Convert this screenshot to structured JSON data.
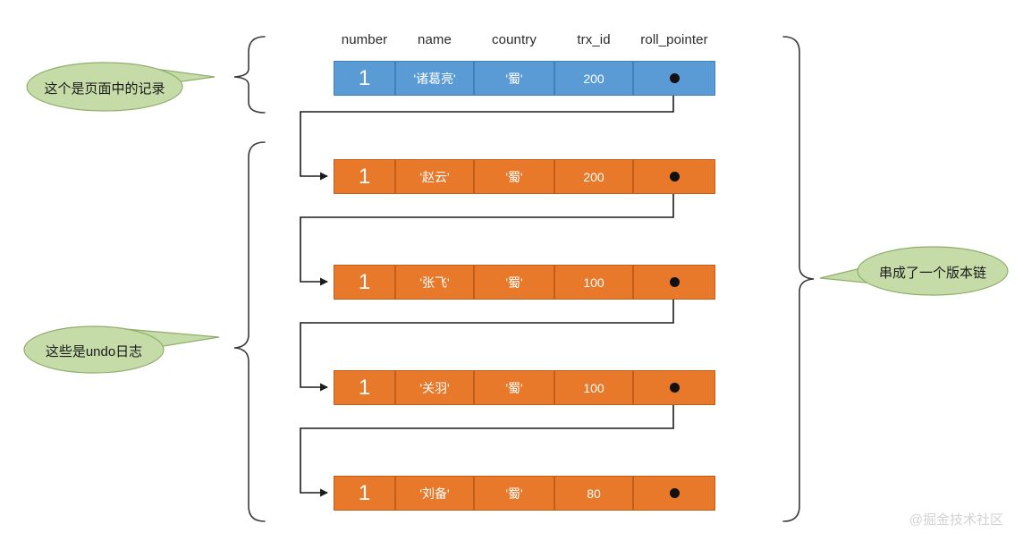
{
  "diagram": {
    "title": "MySQL InnoDB undo log version chain",
    "columns": [
      {
        "key": "number",
        "label": "number"
      },
      {
        "key": "name",
        "label": "name"
      },
      {
        "key": "country",
        "label": "country"
      },
      {
        "key": "trx_id",
        "label": "trx_id"
      },
      {
        "key": "roll_pointer",
        "label": "roll_pointer"
      }
    ],
    "records": [
      {
        "kind": "page-record",
        "color": "#5b9bd5",
        "number": "1",
        "name": "'诸葛亮'",
        "country": "'蜀'",
        "trx_id": "200",
        "roll_pointer": "pointer-dot",
        "has_outgoing_pointer": true,
        "has_incoming_arrow": false
      },
      {
        "kind": "undo-log",
        "color": "#e8792b",
        "number": "1",
        "name": "'赵云'",
        "country": "'蜀'",
        "trx_id": "200",
        "roll_pointer": "pointer-dot",
        "has_outgoing_pointer": true,
        "has_incoming_arrow": true
      },
      {
        "kind": "undo-log",
        "color": "#e8792b",
        "number": "1",
        "name": "'张飞'",
        "country": "'蜀'",
        "trx_id": "100",
        "roll_pointer": "pointer-dot",
        "has_outgoing_pointer": true,
        "has_incoming_arrow": true
      },
      {
        "kind": "undo-log",
        "color": "#e8792b",
        "number": "1",
        "name": "'关羽'",
        "country": "'蜀'",
        "trx_id": "100",
        "roll_pointer": "pointer-dot",
        "has_outgoing_pointer": true,
        "has_incoming_arrow": true
      },
      {
        "kind": "undo-log",
        "color": "#e8792b",
        "number": "1",
        "name": "'刘备'",
        "country": "'蜀'",
        "trx_id": "80",
        "roll_pointer": "pointer-dot",
        "has_outgoing_pointer": false,
        "has_incoming_arrow": true
      }
    ],
    "annotations": [
      {
        "id": "page-record-callout",
        "text": "这个是页面中的记录",
        "side": "left",
        "fill": "#c5dca8",
        "stroke": "#8fae6a"
      },
      {
        "id": "undo-log-callout",
        "text": "这些是undo日志",
        "side": "left",
        "fill": "#c5dca8",
        "stroke": "#8fae6a"
      },
      {
        "id": "version-chain-callout",
        "text": "串成了一个版本链",
        "side": "right",
        "fill": "#c5dca8",
        "stroke": "#8fae6a"
      }
    ],
    "braces": [
      {
        "id": "brace-page-record",
        "side": "left"
      },
      {
        "id": "brace-undo-logs",
        "side": "left"
      },
      {
        "id": "brace-version-chain",
        "side": "right"
      }
    ],
    "watermark": "@掘金技术社区"
  }
}
